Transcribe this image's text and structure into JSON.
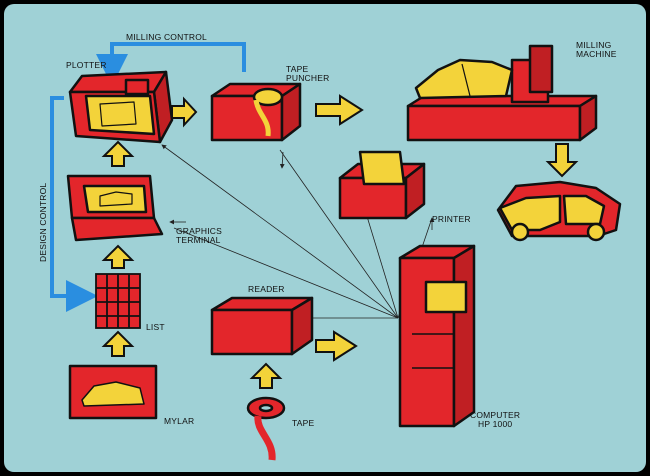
{
  "colors": {
    "background": "#9fd1d6",
    "red": "#e3262b",
    "yellow": "#f3d33a",
    "outline": "#111111",
    "control_blue": "#2a8ee0",
    "frame": "#000000"
  },
  "labels": {
    "milling_control": "MILLING CONTROL",
    "design_control": "DESIGN CONTROL",
    "plotter": "PLOTTER",
    "tape_puncher_1": "TAPE",
    "tape_puncher_2": "PUNCHER",
    "milling_machine_1": "MILLING",
    "milling_machine_2": "MACHINE",
    "printer": "PRINTER",
    "graphics_terminal_1": "GRAPHICS",
    "graphics_terminal_2": "TERMINAL",
    "list": "LIST",
    "reader": "READER",
    "mylar": "MYLAR",
    "tape": "TAPE",
    "computer_1": "COMPUTER",
    "computer_2": "HP 1000"
  }
}
